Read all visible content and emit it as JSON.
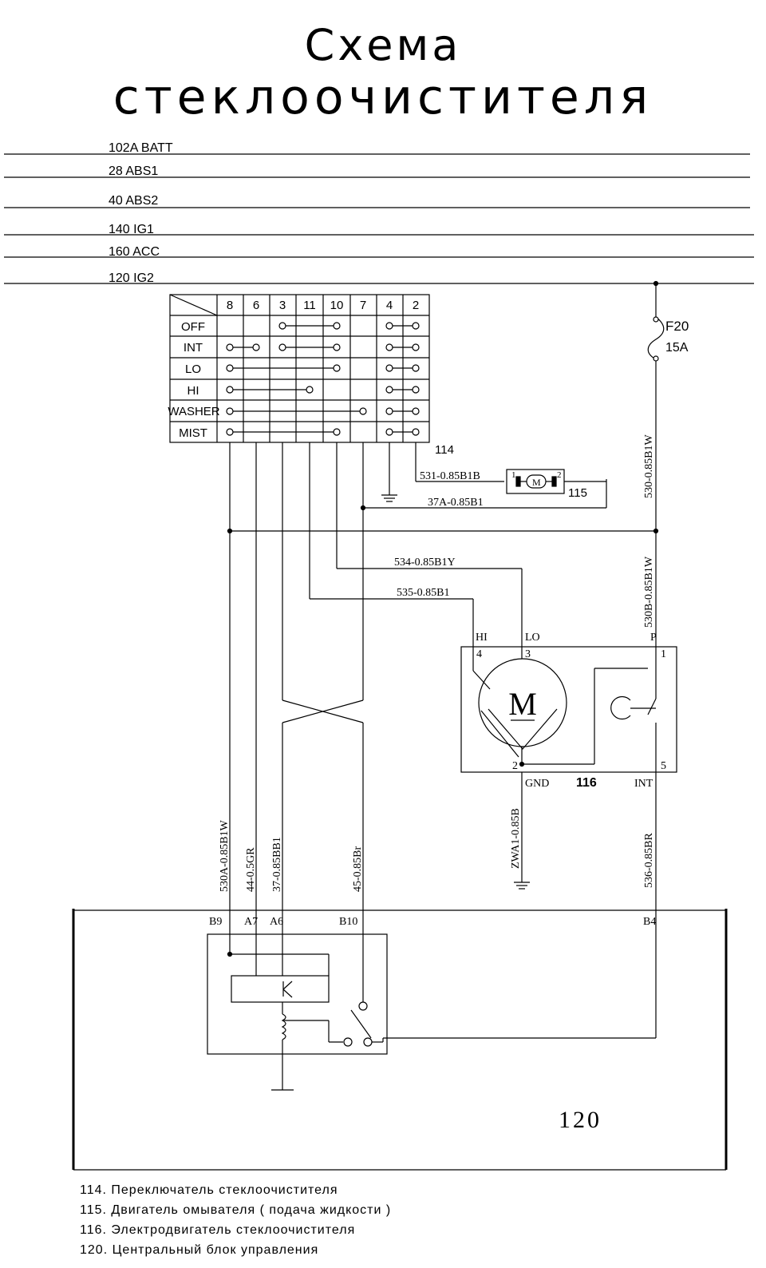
{
  "title": {
    "line1": "Схема",
    "line2": "стеклоочистителя"
  },
  "buses": [
    "102A BATT",
    "28  ABS1",
    "40  ABS2",
    "140  IG1",
    "160  ACC",
    "120  IG2"
  ],
  "switch_table": {
    "columns": [
      "8",
      "6",
      "3",
      "11",
      "10",
      "7",
      "4",
      "2"
    ],
    "rows": [
      "OFF",
      "INT",
      "LO",
      "HI",
      "WASHER",
      "MIST"
    ]
  },
  "components": {
    "switch_id": "114",
    "washer_motor_id": "115",
    "wiper_motor_id": "116",
    "control_unit_id": "120",
    "fuse_name": "F20",
    "fuse_rating": "15A",
    "motor_symbol": "M",
    "washer_pins": [
      "1",
      "2"
    ]
  },
  "wires": {
    "w531": "531-0.85B1B",
    "w37a": "37A-0.85B1",
    "w530": "530-0.85B1W",
    "w530b": "530B-0.85B1W",
    "w534": "534-0.85B1Y",
    "w535": "535-0.85B1",
    "wzwa1": "ZWA1-0.85B",
    "w536": "536-0.85BR",
    "w530a": "530A-0.85B1W",
    "w44": "44-0.5GR",
    "w37": "37-0.85BB1",
    "w45": "45-0.85Br"
  },
  "motor_pins": {
    "hi": "HI",
    "lo": "LO",
    "p": "P",
    "gnd": "GND",
    "int": "INT",
    "n4": "4",
    "n3": "3",
    "n1": "1",
    "n2": "2",
    "n5": "5"
  },
  "ecu_pins": [
    "B9",
    "A7",
    "A6",
    "B10",
    "B4"
  ],
  "legend": [
    "114. Переключатель стеклоочистителя",
    "115. Двигатель омывателя  ( подача жидкости )",
    "116. Электродвигатель стеклоочистителя",
    "120. Центральный блок управления"
  ]
}
